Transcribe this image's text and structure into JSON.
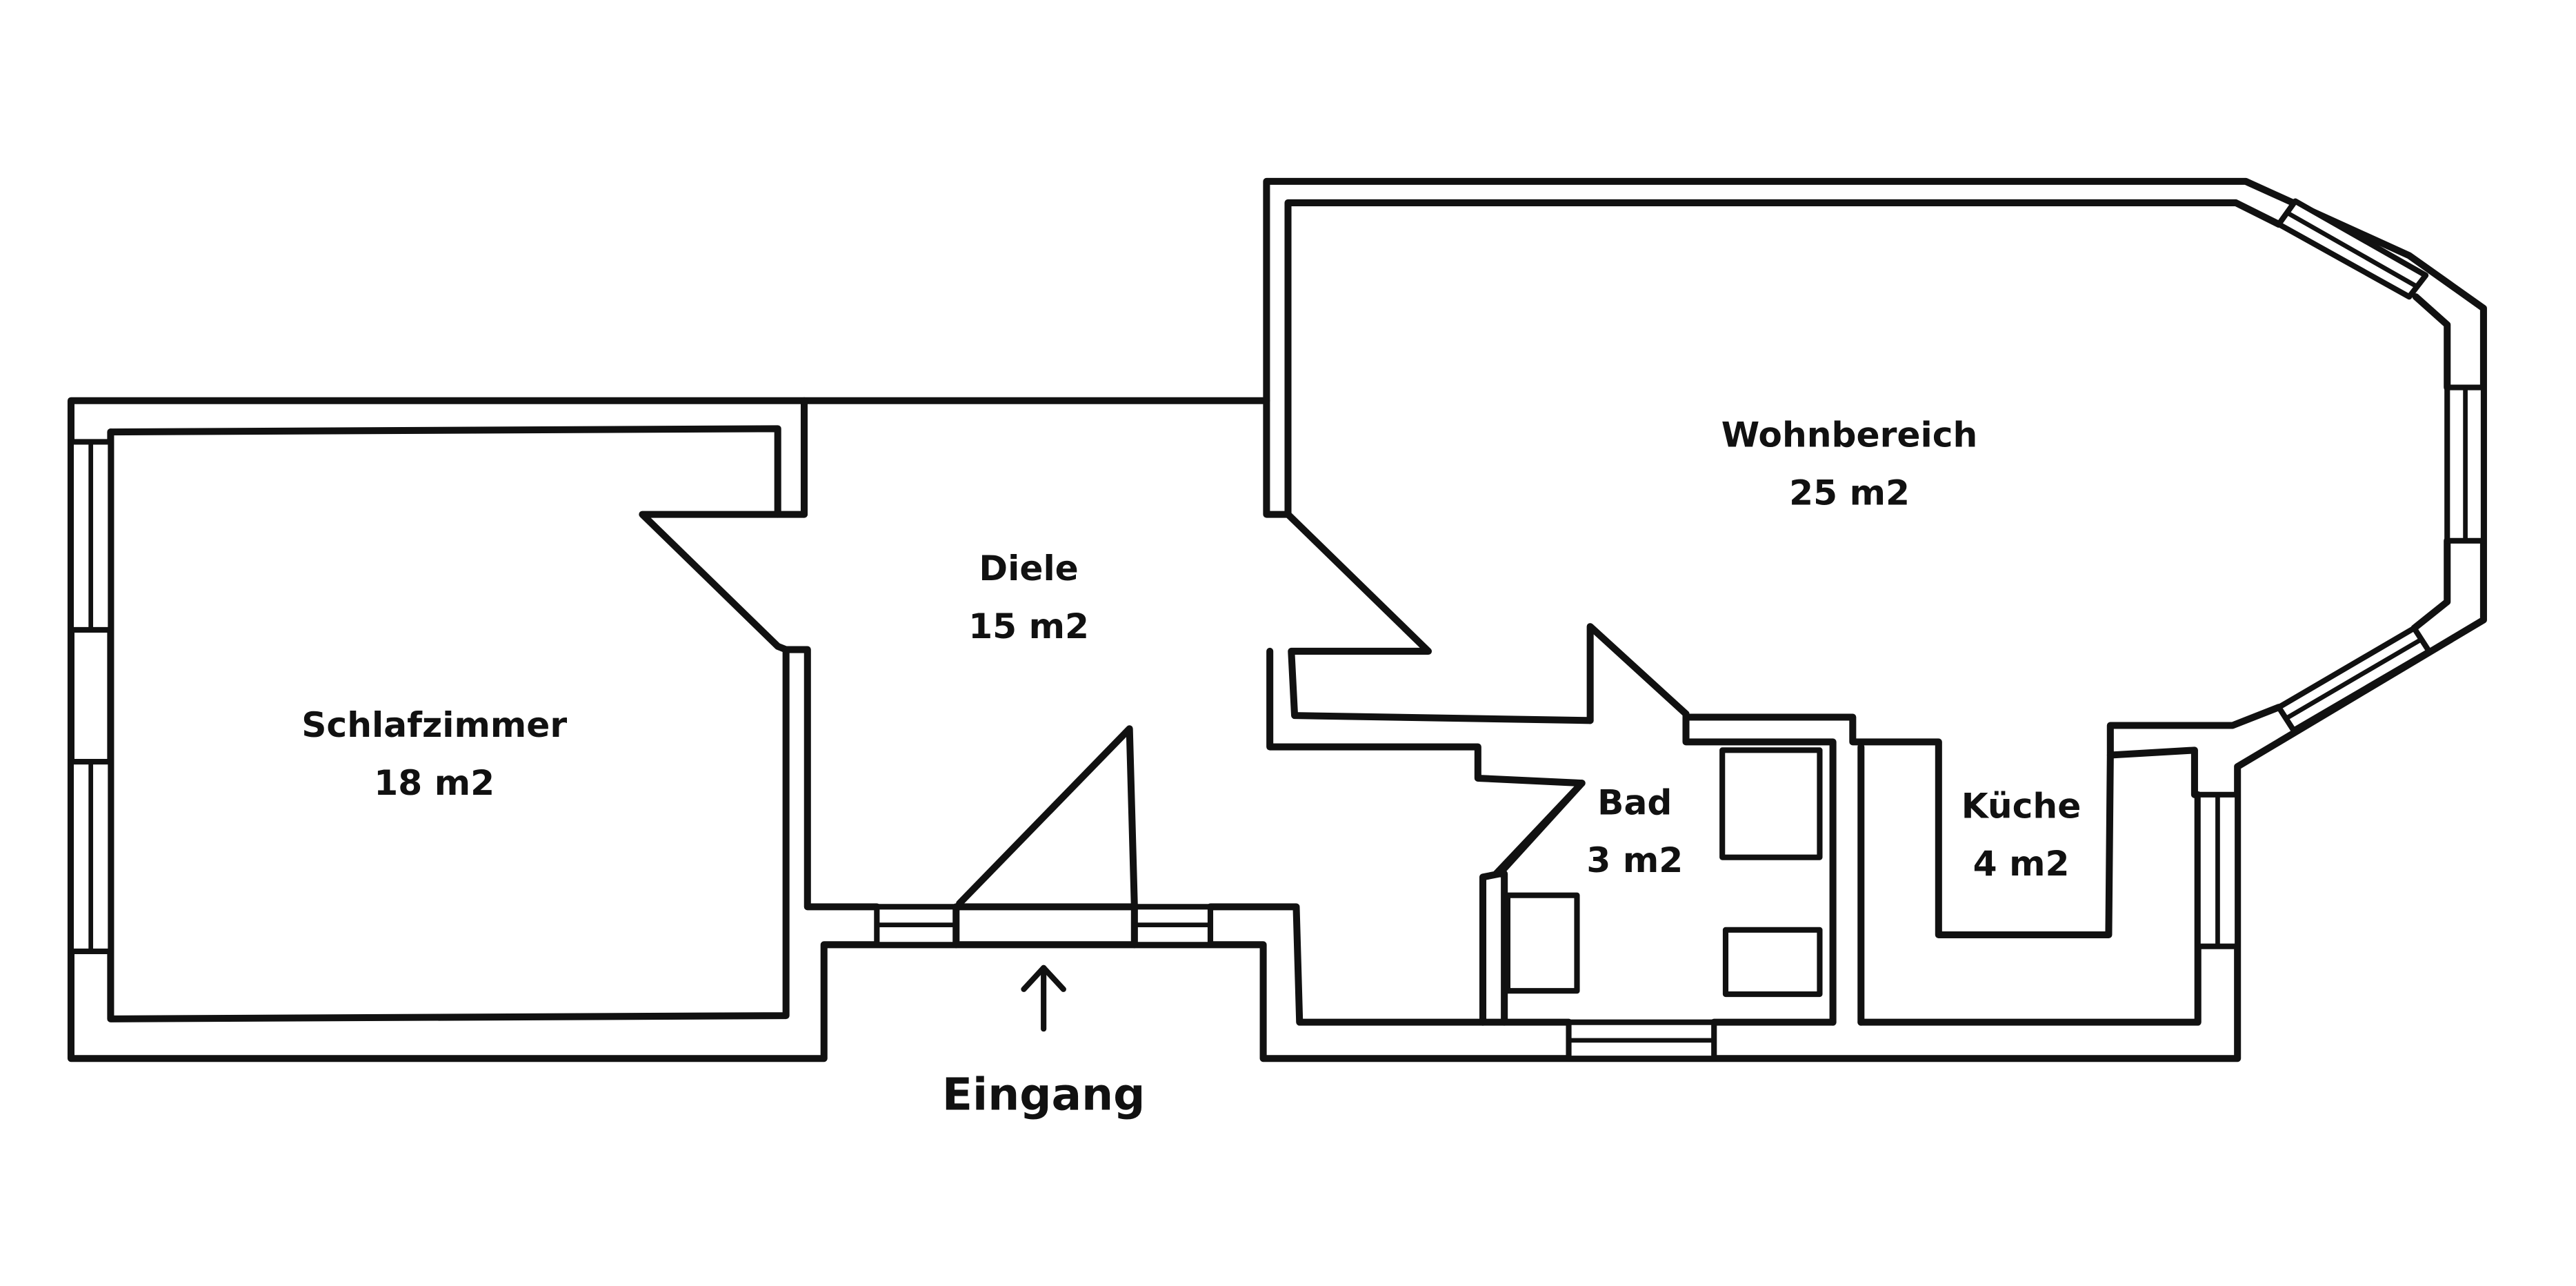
{
  "rooms": {
    "schlafzimmer": {
      "name": "Schlafzimmer",
      "area": "18 m2"
    },
    "diele": {
      "name": "Diele",
      "area": "15 m2"
    },
    "wohnbereich": {
      "name": "Wohnbereich",
      "area": "25 m2"
    },
    "bad": {
      "name": "Bad",
      "area": "3 m2"
    },
    "kueche": {
      "name": "Küche",
      "area": "4 m2"
    }
  },
  "entrance": {
    "label": "Eingang",
    "icon": "arrow-up-icon"
  },
  "colors": {
    "line": "#111111",
    "background": "#ffffff"
  }
}
